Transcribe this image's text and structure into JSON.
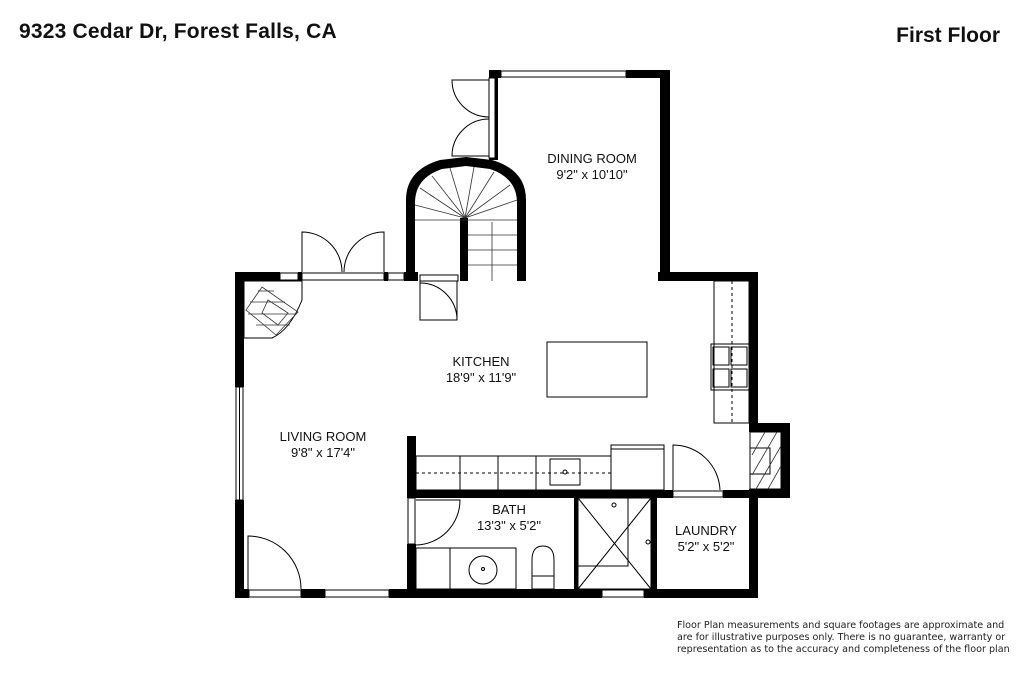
{
  "header": {
    "address": "9323 Cedar Dr, Forest Falls, CA",
    "floor": "First Floor"
  },
  "rooms": [
    {
      "name": "DINING ROOM",
      "dimensions": "9'2\" x 10'10\""
    },
    {
      "name": "KITCHEN",
      "dimensions": "18'9\" x 11'9\""
    },
    {
      "name": "LIVING ROOM",
      "dimensions": "9'8\" x 17'4\""
    },
    {
      "name": "BATH",
      "dimensions": "13'3\" x 5'2\""
    },
    {
      "name": "LAUNDRY",
      "dimensions": "5'2\" x 5'2\""
    }
  ],
  "fixtures": [
    "spiral-staircase",
    "fireplace",
    "kitchen-island",
    "range-cooktop",
    "kitchen-sink",
    "refrigerator",
    "water-heater",
    "bathroom-sink",
    "toilet",
    "shower"
  ],
  "disclaimer": "Floor Plan measurements and square footages are approximate and are for illustrative purposes only. There is no guarantee, warranty or representation as to the accuracy and completeness of the floor plan"
}
